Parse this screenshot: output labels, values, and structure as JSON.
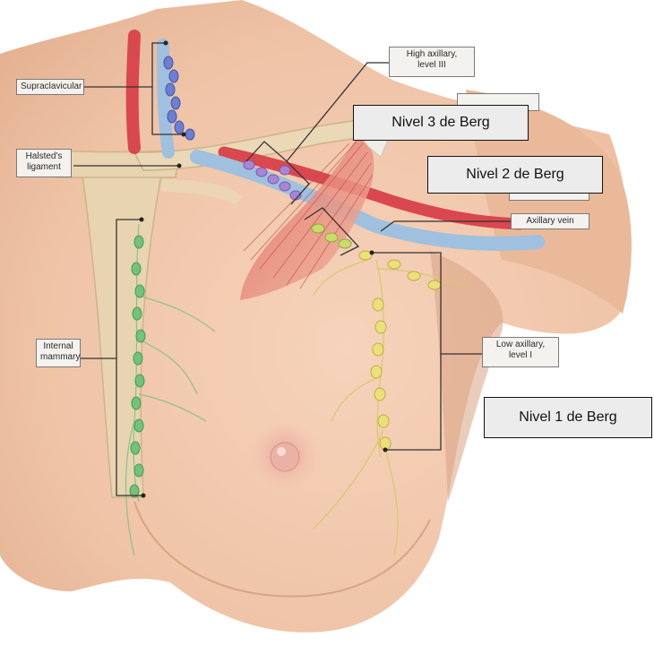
{
  "labels": {
    "supraclavicular": "Supraclavicular",
    "halsteds_ligament": "Halsted's\nligament",
    "internal_mammary": "Internal\nmammary",
    "high_axillary": "High axillary,\nlevel III",
    "axillary_vein": "Axillary vein",
    "low_axillary": "Low axillary,\nlevel I"
  },
  "berg_levels": {
    "level3": "Nivel 3 de Berg",
    "level2": "Nivel 2 de Berg",
    "level1": "Nivel 1 de Berg"
  },
  "colors": {
    "skin": "#f0c5a8",
    "bone": "#e8d4b0",
    "artery": "#d9484e",
    "vein": "#9fc0de",
    "muscle": "#d9605a",
    "node_supraclavicular": "#6b7fd4",
    "node_level3": "#a985d6",
    "node_level2": "#c7dc6a",
    "node_level1": "#ece07a",
    "node_internal_mammary": "#73c27a"
  }
}
